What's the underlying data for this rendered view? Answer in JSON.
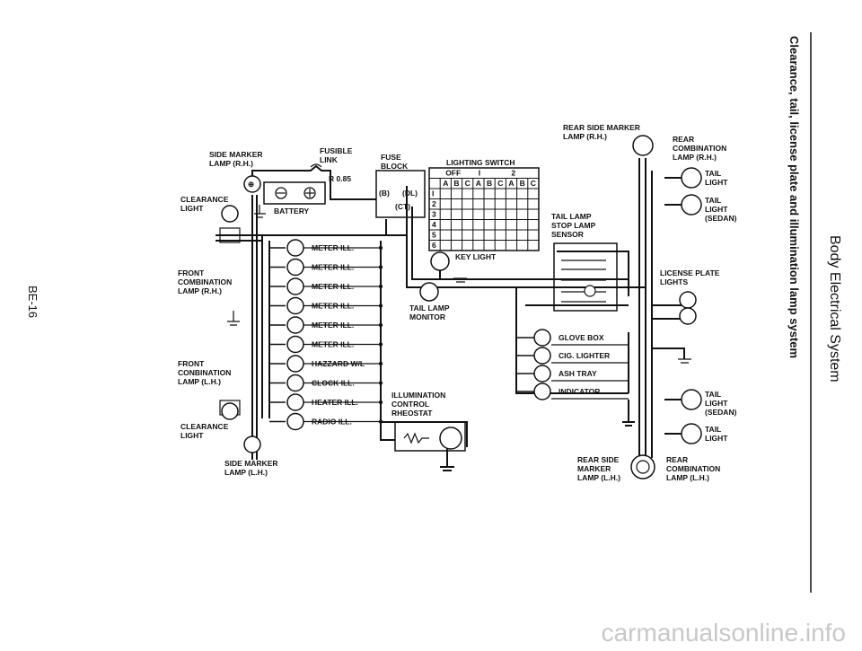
{
  "side_title": "Body Electrical System",
  "side_subtitle": "Clearance, tail, license plate and illumination lamp system",
  "page_number": "BE-16",
  "watermark": "carmanualsonline.info",
  "labels": {
    "side_marker_rh": [
      "SIDE MARKER",
      "LAMP (R.H.)"
    ],
    "fusible_link": [
      "FUSIBLE",
      "LINK"
    ],
    "fuse_block": [
      "FUSE",
      "BLOCK"
    ],
    "lighting_switch": "LIGHTING SWITCH",
    "r085": "R 0.85",
    "battery": "BATTERY",
    "clearance_light_top": [
      "CLEARANCE",
      "LIGHT"
    ],
    "front_comb_rh": [
      "FRONT",
      "COMBINATION",
      "LAMP (R.H.)"
    ],
    "front_comb_lh": [
      "FRONT",
      "CONBINATION",
      "LAMP (L.H.)"
    ],
    "clearance_light_bottom": [
      "CLEARANCE",
      "LIGHT"
    ],
    "side_marker_lh": [
      "SIDE MARKER",
      "LAMP (L.H.)"
    ],
    "tail_lamp_monitor": [
      "TAIL LAMP",
      "MONITOR"
    ],
    "key_light": "KEY LIGHT",
    "illum_rheostat": [
      "ILLUMINATION",
      "CONTROL",
      "RHEOSTAT"
    ],
    "tail_stop_sensor": [
      "TAIL LAMP",
      "STOP LAMP",
      "SENSOR"
    ],
    "rear_side_marker_rh": [
      "REAR SIDE MARKER",
      "LAMP (R.H.)"
    ],
    "rear_comb_rh": [
      "REAR",
      "COMBINATION",
      "LAMP (R.H.)"
    ],
    "tail_light_1": [
      "TAIL",
      "LIGHT"
    ],
    "tail_light_sedan_1": [
      "TAIL",
      "LIGHT",
      "(SEDAN)"
    ],
    "license_plate": [
      "LICENSE PLATE",
      "LIGHTS"
    ],
    "tail_light_sedan_2": [
      "TAIL",
      "LIGHT",
      "(SEDAN)"
    ],
    "tail_light_2": [
      "TAIL",
      "LIGHT"
    ],
    "rear_side_marker_lh": [
      "REAR SIDE",
      "MARKER",
      "LAMP (L.H.)"
    ],
    "rear_comb_lh": [
      "REAR",
      "COMBINATION",
      "LAMP (L.H.)"
    ]
  },
  "fuse_labels": [
    "(B)",
    "(DL)",
    "(CT)"
  ],
  "meter_lamps": [
    "METER ILL.",
    "METER ILL.",
    "METER ILL.",
    "METER ILL.",
    "METER ILL.",
    "METER ILL.",
    "HAZZARD W/L",
    "CLOCK ILL.",
    "HEATER ILL.",
    "RADIO ILL."
  ],
  "right_lamps": [
    "GLOVE BOX",
    "CIG. LIGHTER",
    "ASH TRAY",
    "INDICATOR"
  ],
  "switch_table": {
    "positions": [
      "OFF",
      "I",
      "2"
    ],
    "columns": [
      "A",
      "B",
      "C",
      "A",
      "B",
      "C",
      "A",
      "B",
      "C"
    ],
    "rows": [
      "I",
      "2",
      "3",
      "4",
      "5",
      "6"
    ]
  }
}
